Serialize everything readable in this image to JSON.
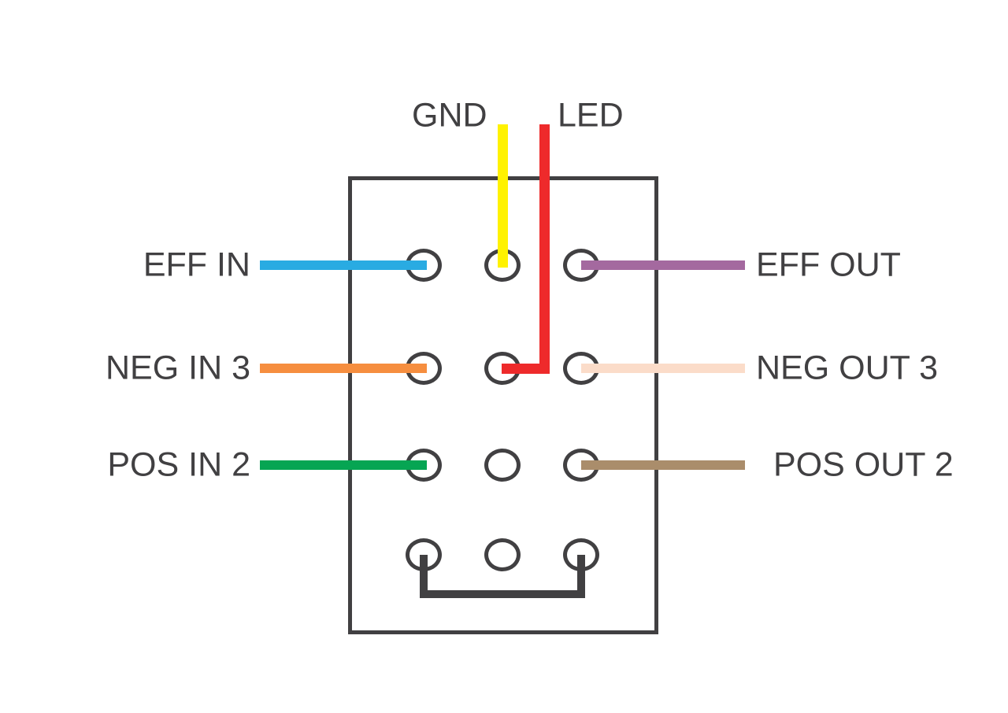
{
  "diagram": {
    "type": "switch-wiring-diagram",
    "background_color": "#ffffff",
    "outline_color": "#414042",
    "text_color": "#414042"
  },
  "switch": {
    "rows": 4,
    "columns": 3,
    "pin_count": 12
  },
  "wires": {
    "gnd": {
      "label": "GND",
      "color": "#FFF200",
      "pin": "row1-middle"
    },
    "led": {
      "label": "LED",
      "color": "#EE2A2B",
      "pin": "row2-middle"
    },
    "eff_in": {
      "label": "EFF IN",
      "color": "#29ABE2",
      "pin": "row1-left"
    },
    "eff_out": {
      "label": "EFF OUT",
      "color": "#A4699F",
      "pin": "row1-right"
    },
    "neg_in_3": {
      "label": "NEG IN 3",
      "color": "#F68E3F",
      "pin": "row2-left"
    },
    "neg_out_3": {
      "label": "NEG OUT 3",
      "color": "#FBDCC9",
      "pin": "row2-right"
    },
    "pos_in_2": {
      "label": "POS IN 2",
      "color": "#06A553",
      "pin": "row3-left"
    },
    "pos_out_2": {
      "label": "POS OUT 2",
      "color": "#AA8D6B",
      "pin": "row3-right"
    },
    "jumper": {
      "label": "",
      "color": "#414042",
      "pin": "row4-left to row4-right"
    }
  }
}
